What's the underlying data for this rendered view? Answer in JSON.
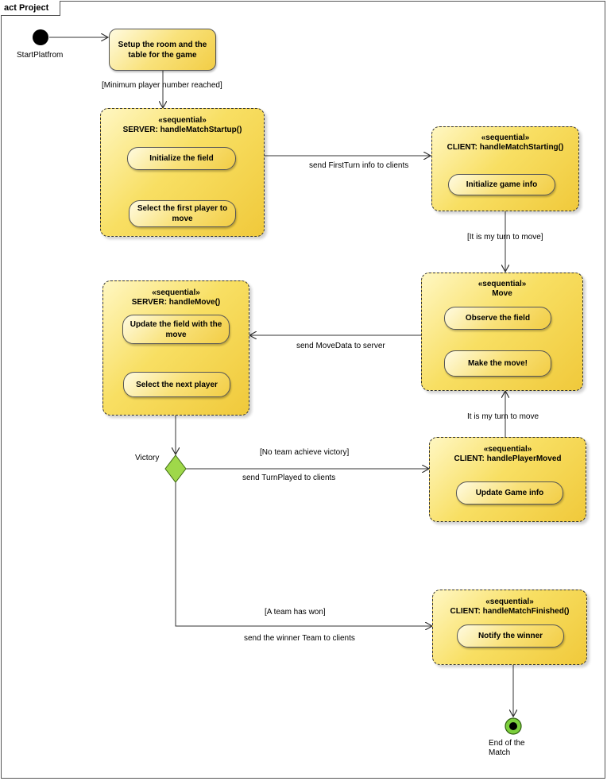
{
  "frame": {
    "title": "act Project"
  },
  "nodes": {
    "start_label": "StartPlatfrom",
    "setup": "Setup the room and the table for the game",
    "victory_label": "Victory",
    "end_label": "End of the Match"
  },
  "regions": {
    "server_startup": {
      "stereotype": "«sequential»",
      "name": "SERVER: handleMatchStartup()",
      "actions": [
        "Initialize the field",
        "Select the first player to move"
      ]
    },
    "client_starting": {
      "stereotype": "«sequential»",
      "name": "CLIENT: handleMatchStarting()",
      "actions": [
        "Initialize game info"
      ]
    },
    "move": {
      "stereotype": "«sequential»",
      "name": "Move",
      "actions": [
        "Observe the field",
        "Make the move!"
      ]
    },
    "server_move": {
      "stereotype": "«sequential»",
      "name": "SERVER: handleMove()",
      "actions": [
        "Update the field with the move",
        "Select the next player"
      ]
    },
    "client_player_moved": {
      "stereotype": "«sequential»",
      "name": "CLIENT: handlePlayerMoved",
      "actions": [
        "Update Game info"
      ]
    },
    "client_finished": {
      "stereotype": "«sequential»",
      "name": "CLIENT: handleMatchFinished()",
      "actions": [
        "Notify the winner"
      ]
    }
  },
  "edges": {
    "min_players_guard": "[Minimum player number reached]",
    "first_turn": "send FirstTurn info to clients",
    "my_turn_guard": "[It is my turn to move]",
    "move_data": "send MoveData to server",
    "my_turn_2": "It is my turn to move",
    "no_victory_guard": "[No team achieve victory]",
    "turn_played": "send TurnPlayed to clients",
    "team_won_guard": "[A team has won]",
    "winner_team": "send the winner Team to clients"
  },
  "colors": {
    "region_fill": "#f8df63",
    "action_fill": "#f9e27b",
    "decision_fill": "#9fd84a",
    "final_fill": "#7ccf3c",
    "initial_fill": "#000000"
  }
}
